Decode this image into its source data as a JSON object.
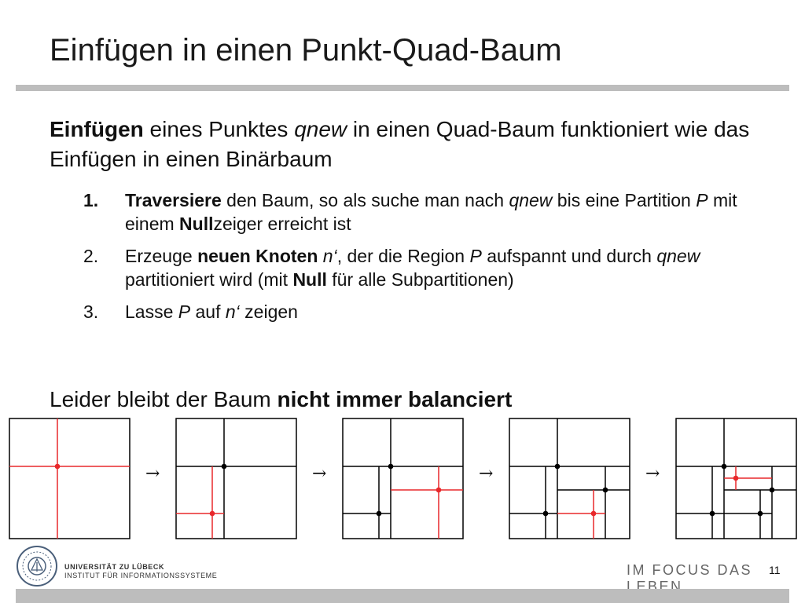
{
  "slide": {
    "title": "Einfügen in einen Punkt-Quad-Baum",
    "intro": {
      "bold_word": "Einfügen",
      "text_1": " eines Punktes ",
      "var": "qnew",
      "text_2": " in einen Quad-Baum funktioniert wie das Einfügen in einen Binärbaum"
    },
    "steps": [
      {
        "number": "1.",
        "parts": [
          {
            "style": "b",
            "text": "Traversiere"
          },
          {
            "style": "",
            "text": " den Baum, so als suche man nach "
          },
          {
            "style": "i",
            "text": "qnew"
          },
          {
            "style": "",
            "text": " bis eine Partition "
          },
          {
            "style": "i",
            "text": "P"
          },
          {
            "style": "",
            "text": " mit einem "
          },
          {
            "style": "b",
            "text": "Null"
          },
          {
            "style": "",
            "text": "zeiger erreicht ist"
          }
        ]
      },
      {
        "number": "2.",
        "parts": [
          {
            "style": "",
            "text": "Erzeuge "
          },
          {
            "style": "b",
            "text": "neuen Knoten"
          },
          {
            "style": "",
            "text": " "
          },
          {
            "style": "i",
            "text": "n‘"
          },
          {
            "style": "",
            "text": ", der die Region "
          },
          {
            "style": "i",
            "text": "P"
          },
          {
            "style": "",
            "text": " aufspannt und durch "
          },
          {
            "style": "i",
            "text": "qnew"
          },
          {
            "style": "",
            "text": " partitioniert wird (mit "
          },
          {
            "style": "b",
            "text": "Null"
          },
          {
            "style": "",
            "text": " für alle Subpartitionen)"
          }
        ]
      },
      {
        "number": "3.",
        "parts": [
          {
            "style": "",
            "text": "Lasse "
          },
          {
            "style": "i",
            "text": "P"
          },
          {
            "style": "",
            "text": " auf "
          },
          {
            "style": "i",
            "text": "n‘"
          },
          {
            "style": "",
            "text": " zeigen"
          }
        ]
      }
    ],
    "conclusion": {
      "text": "Leider bleibt der Baum ",
      "bold": "nicht immer balanciert"
    },
    "figure": {
      "arrow_symbol": "→",
      "colors": {
        "line": "#000000",
        "highlight": "#e8282b"
      }
    },
    "footer": {
      "university": "UNIVERSITÄT ZU LÜBECK",
      "institute": "INSTITUT FÜR INFORMATIONSSYSTEME",
      "motto": "IM FOCUS DAS LEBEN",
      "page_number": "11"
    }
  }
}
